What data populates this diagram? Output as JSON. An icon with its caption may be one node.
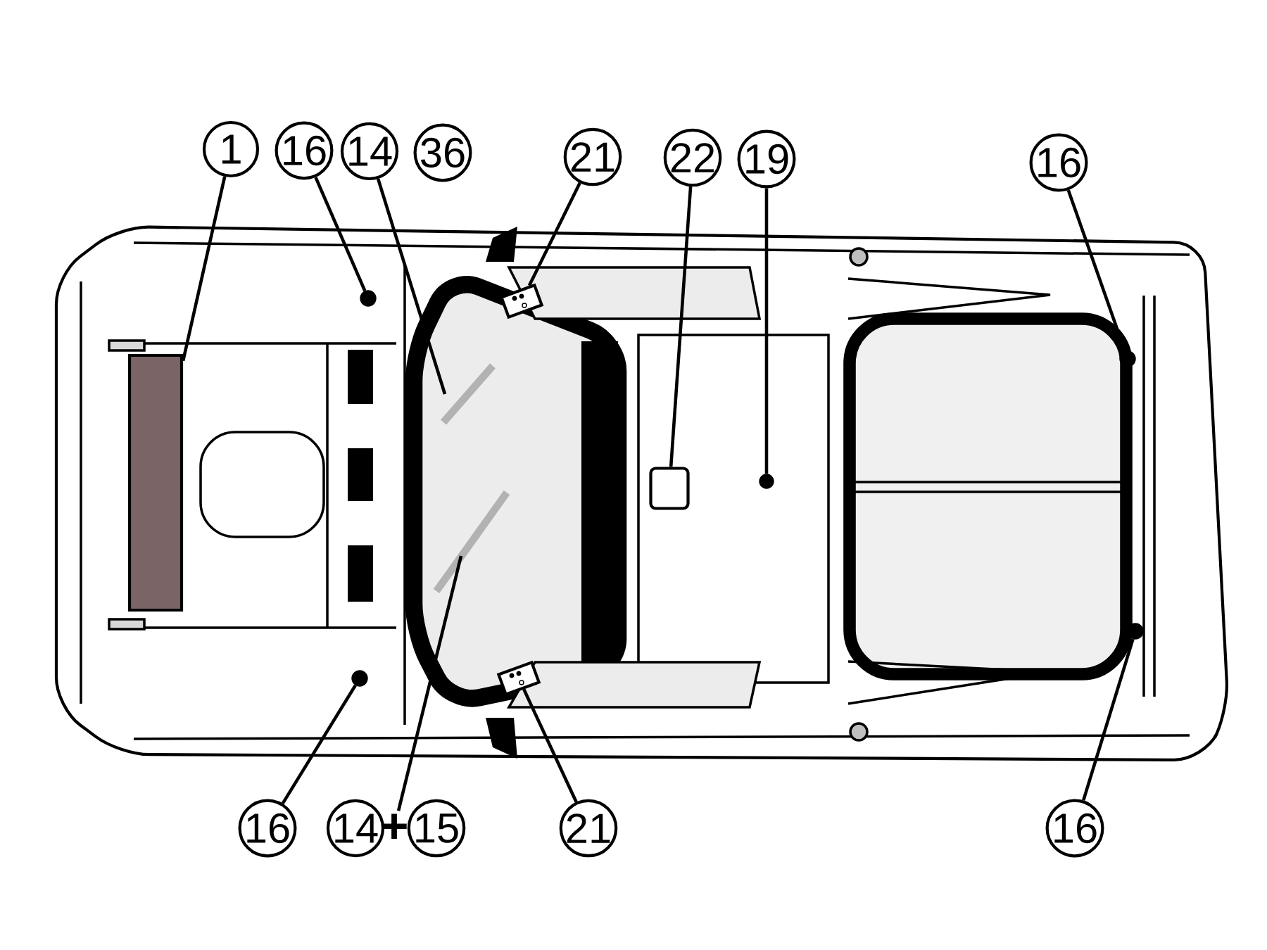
{
  "diagram": {
    "nodes": [
      {
        "text": [
          "1"
        ]
      },
      {
        "text": [
          "16"
        ]
      },
      {
        "text": [
          "14"
        ]
      },
      {
        "text": [
          "36"
        ]
      },
      {
        "text": [
          "21"
        ]
      },
      {
        "text": [
          "22"
        ]
      },
      {
        "text": [
          "19"
        ]
      },
      {
        "text": [
          "16"
        ]
      },
      {
        "text": [
          "16"
        ]
      },
      {
        "text": [
          "14"
        ]
      },
      {
        "text": [
          "+"
        ]
      },
      {
        "text": [
          "15"
        ]
      },
      {
        "text": [
          "21"
        ]
      },
      {
        "text": [
          "16"
        ]
      },
      {
        "text": [],
        "shape": "box"
      },
      {
        "text": [],
        "shape": "circle"
      },
      {
        "text": [],
        "shape": "box"
      },
      {
        "text": [],
        "shape": "box"
      },
      {
        "text": [],
        "shape": "circle"
      },
      {
        "text": [],
        "shape": "circle"
      },
      {
        "text": [],
        "shape": "circle"
      },
      {
        "text": [],
        "shape": "box"
      },
      {
        "text": [],
        "shape": "circle"
      }
    ],
    "edges": [
      {
        "from": 0,
        "to": 14,
        "arrow": "none"
      },
      {
        "from": 1,
        "to": 15,
        "arrow": "none"
      },
      {
        "from": 2,
        "to": null,
        "arrow": "none"
      },
      {
        "from": 4,
        "to": 16,
        "arrow": "none"
      },
      {
        "from": 5,
        "to": 17,
        "arrow": "none"
      },
      {
        "from": 6,
        "to": 18,
        "arrow": "none"
      },
      {
        "from": 7,
        "to": 19,
        "arrow": "none"
      },
      {
        "from": 8,
        "to": 20,
        "arrow": "none"
      },
      {
        "from": 10,
        "to": null,
        "arrow": "none"
      },
      {
        "from": 12,
        "to": 21,
        "arrow": "none"
      },
      {
        "from": 13,
        "to": 22,
        "arrow": "none"
      }
    ]
  }
}
